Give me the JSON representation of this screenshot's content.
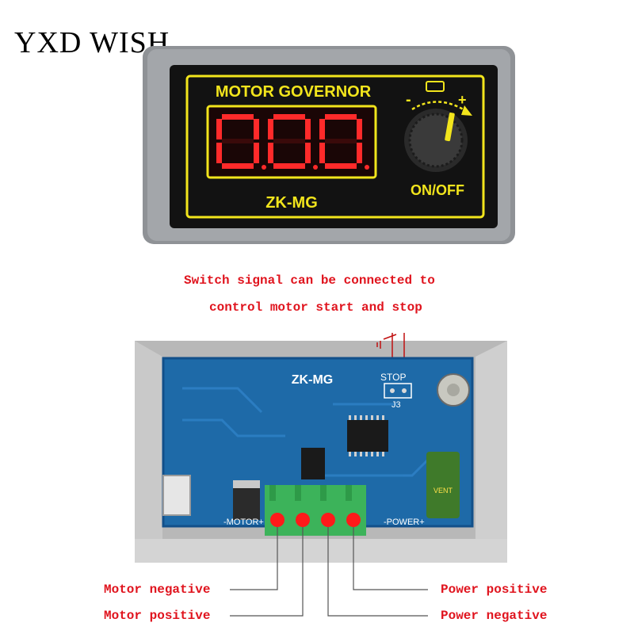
{
  "brand": "YXD WISH",
  "panel": {
    "title": "MOTOR GOVERNOR",
    "display": "000",
    "model": "ZK-MG",
    "switch_label": "ON/OFF",
    "minus": "-",
    "plus": "+"
  },
  "note": {
    "line1": "Switch signal can be connected to",
    "line2": "control motor start and stop"
  },
  "board": {
    "model": "ZK-MG",
    "stop_label": "STOP",
    "j3_label": "J3",
    "motor_label": "-MOTOR+",
    "power_label": "-POWER+",
    "capacitor_label": "VENT"
  },
  "terminals": {
    "motor_negative": "Motor negative",
    "motor_positive": "Motor positive",
    "power_positive": "Power positive",
    "power_negative": "Power negative"
  },
  "colors": {
    "label_red": "#e0141e",
    "panel_yellow": "#f2e51c",
    "board_blue": "#1e6aa8",
    "terminal_green": "#3cb35a"
  }
}
